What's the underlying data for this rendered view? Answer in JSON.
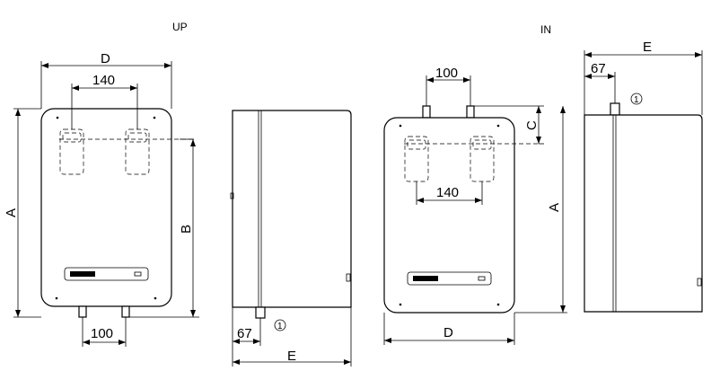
{
  "labels": {
    "up": "UP",
    "in": "IN"
  },
  "dimensions": {
    "A": "A",
    "B": "B",
    "C": "C",
    "D": "D",
    "E": "E",
    "w140": "140",
    "w100": "100",
    "w67": "67"
  },
  "callout": "1"
}
